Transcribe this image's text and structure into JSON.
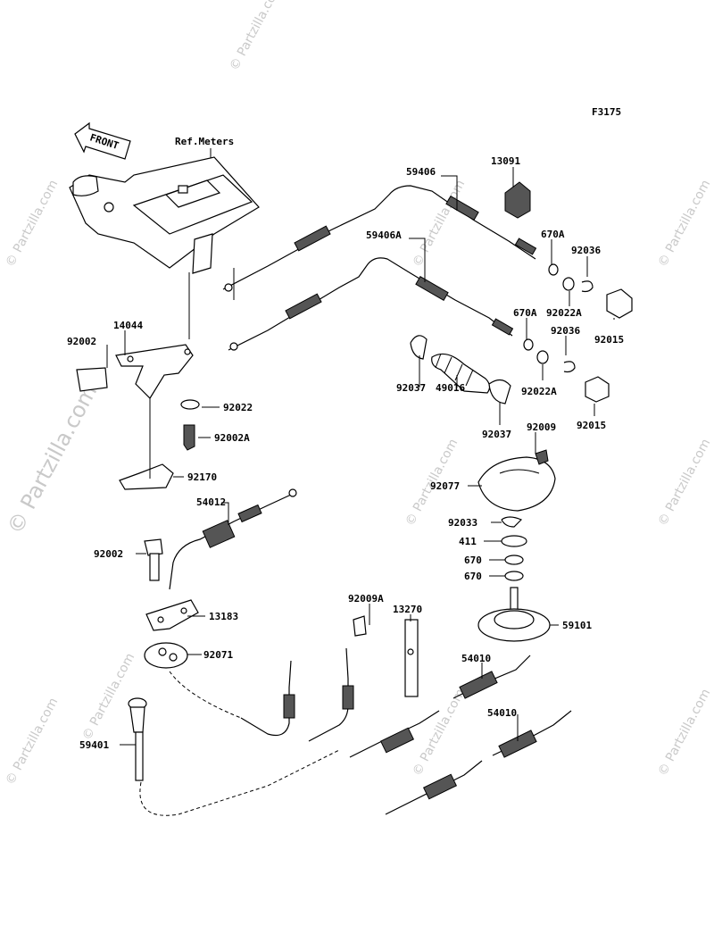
{
  "diagram": {
    "code": "F3175",
    "ref_label": "Ref.Meters",
    "front_label": "FRONT",
    "watermark_main": "© Partzilla.com",
    "watermark_small": "© Partzilla.com",
    "parts": [
      {
        "key": "p13091",
        "label": "13091"
      },
      {
        "key": "p59406",
        "label": "59406"
      },
      {
        "key": "p59406a",
        "label": "59406A"
      },
      {
        "key": "p670a_1",
        "label": "670A"
      },
      {
        "key": "p92036_1",
        "label": "92036"
      },
      {
        "key": "p92022a_1",
        "label": "92022A"
      },
      {
        "key": "p92015_1",
        "label": "92015"
      },
      {
        "key": "p670a_2",
        "label": "670A"
      },
      {
        "key": "p92036_2",
        "label": "92036"
      },
      {
        "key": "p92022a_2",
        "label": "92022A"
      },
      {
        "key": "p92015_2",
        "label": "92015"
      },
      {
        "key": "p14044",
        "label": "14044"
      },
      {
        "key": "p92002_1",
        "label": "92002"
      },
      {
        "key": "p92022",
        "label": "92022"
      },
      {
        "key": "p92002a_1",
        "label": "92002A"
      },
      {
        "key": "p92170",
        "label": "92170"
      },
      {
        "key": "p92037_1",
        "label": "92037"
      },
      {
        "key": "p49016",
        "label": "49016"
      },
      {
        "key": "p92037_2",
        "label": "92037"
      },
      {
        "key": "p92009",
        "label": "92009"
      },
      {
        "key": "p92077",
        "label": "92077"
      },
      {
        "key": "p92033",
        "label": "92033"
      },
      {
        "key": "p411",
        "label": "411"
      },
      {
        "key": "p670_1",
        "label": "670"
      },
      {
        "key": "p670_2",
        "label": "670"
      },
      {
        "key": "p59101",
        "label": "59101"
      },
      {
        "key": "p54012",
        "label": "54012"
      },
      {
        "key": "p92002_2",
        "label": "92002"
      },
      {
        "key": "p13183",
        "label": "13183"
      },
      {
        "key": "p92071",
        "label": "92071"
      },
      {
        "key": "p92009a",
        "label": "92009A"
      },
      {
        "key": "p13270",
        "label": "13270"
      },
      {
        "key": "p54010_1",
        "label": "54010"
      },
      {
        "key": "p54010_2",
        "label": "54010"
      },
      {
        "key": "p59401",
        "label": "59401"
      }
    ]
  }
}
